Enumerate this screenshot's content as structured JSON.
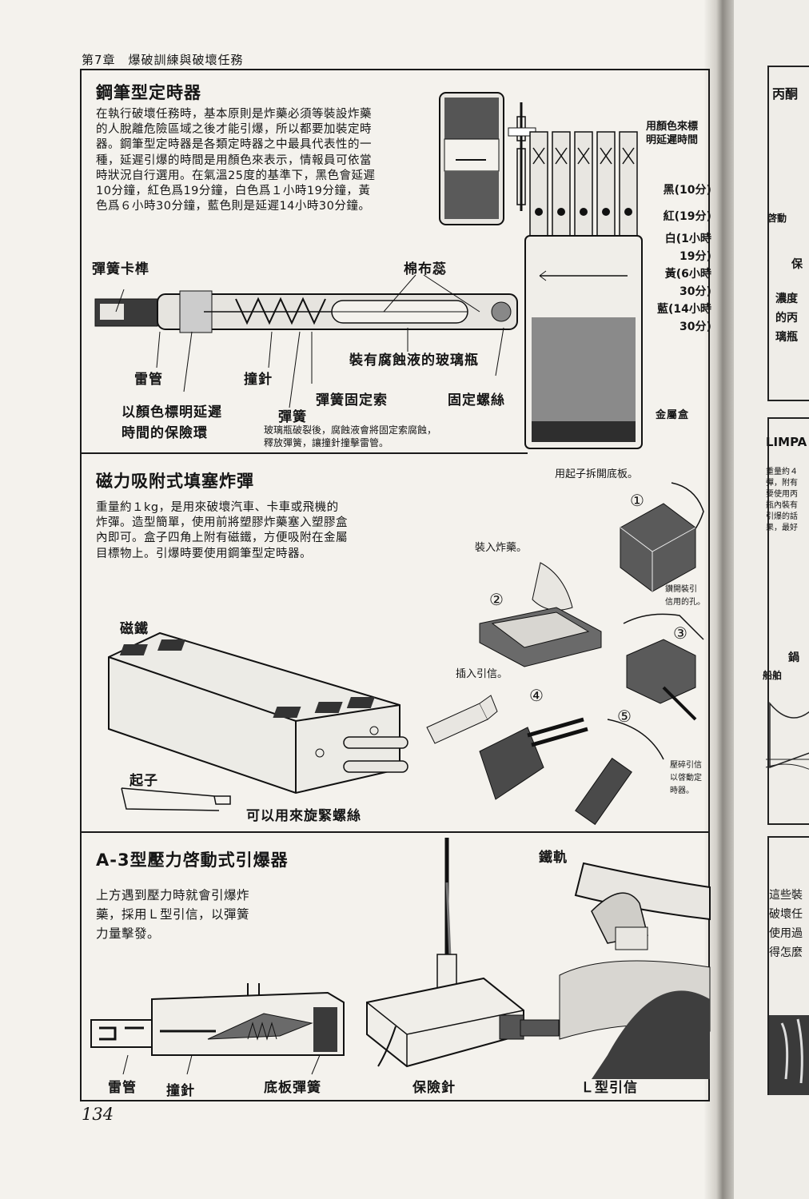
{
  "chapter_header": "第7章　爆破訓練與破壞任務",
  "page_number": "134",
  "section1": {
    "title": "鋼筆型定時器",
    "body": [
      "在執行破壞任務時，基本原則是炸藥必須等裝設炸藥",
      "的人脫離危險區域之後才能引爆，所以都要加裝定時",
      "器。鋼筆型定時器是各類定時器之中最具代表性的一",
      "種，延遲引爆的時間是用顏色來表示，情報員可依當",
      "時狀況自行選用。在氣溫25度的基準下，黑色會延遲",
      "10分鐘，紅色爲19分鐘，白色爲１小時19分鐘，黃",
      "色爲６小時30分鐘，藍色則是延遲14小時30分鐘。"
    ],
    "labels": {
      "spring_latch": "彈簧卡榫",
      "cotton_wick": "棉布蕊",
      "detonator": "雷管",
      "firing_pin": "撞針",
      "glass_vial": "裝有腐蝕液的玻璃瓶",
      "spring_cord": "彈簧固定索",
      "fixing_screw": "固定螺絲",
      "safety_ring": [
        "以顏色標明延遲",
        "時間的保險環"
      ],
      "spring": "彈簧",
      "metal_case": "金屬盒"
    },
    "note": [
      "玻璃瓶破裂後，腐蝕液會將固定索腐蝕，",
      "釋放彈簧，讓撞針撞擊雷管。"
    ],
    "color_header": [
      "用顏色來標",
      "明延遲時間"
    ],
    "colors": [
      {
        "label": "黑(10分)"
      },
      {
        "label": "紅(19分)"
      },
      {
        "label": "白(1小時",
        "label2": "19分)"
      },
      {
        "label": "黃(6小時",
        "label2": "30分)"
      },
      {
        "label": "藍(14小時",
        "label2": "30分)"
      }
    ]
  },
  "section2": {
    "title": "磁力吸附式填塞炸彈",
    "body": [
      "重量約１kg，是用來破壞汽車、卡車或飛機的",
      "炸彈。造型簡單，使用前將塑膠炸藥塞入塑膠盒",
      "內即可。盒子四角上附有磁鐵，方便吸附在金屬",
      "目標物上。引爆時要使用鋼筆型定時器。"
    ],
    "labels": {
      "magnet": "磁鐵",
      "screwdriver": "起子",
      "screw_use": "可以用來旋緊螺絲"
    },
    "steps": [
      {
        "num": "①",
        "text": "用起子拆開底板。"
      },
      {
        "num": "②",
        "text": "裝入炸藥。"
      },
      {
        "num": "③",
        "text": ""
      },
      {
        "num": "④",
        "text": "插入引信。"
      },
      {
        "num": "⑤",
        "text": ""
      }
    ],
    "side_note_1": [
      "鑽開裝引",
      "信用的孔。"
    ],
    "side_note_2": [
      "壓碎引信",
      "以啓動定",
      "時器。"
    ]
  },
  "section3": {
    "title": "A-3型壓力啓動式引爆器",
    "body": [
      "上方遇到壓力時就會引爆炸",
      "藥，採用Ｌ型引信，以彈簧",
      "力量擊發。"
    ],
    "labels": {
      "rail": "鐵軌",
      "detonator": "雷管",
      "firing_pin": "撞針",
      "base_spring": "底板彈簧",
      "safety_pin": "保險針",
      "l_fuse": "Ｌ型引信"
    }
  },
  "right_page": {
    "fragment1": "丙酮",
    "fragment2": "啓動",
    "fragment3": "保",
    "fragment4": [
      "濃度",
      "的丙",
      "璃瓶"
    ],
    "fragment5": "LIMPA",
    "fragment6": [
      "重量約４",
      "彈，附有",
      "要使用丙",
      "瓶內裝有",
      "引爆的話",
      "果，最好"
    ],
    "fragment7": "鍋",
    "fragment8": "船舶",
    "fragment9": [
      "這些裝",
      "破壞任",
      "使用過",
      "得怎麼"
    ]
  }
}
